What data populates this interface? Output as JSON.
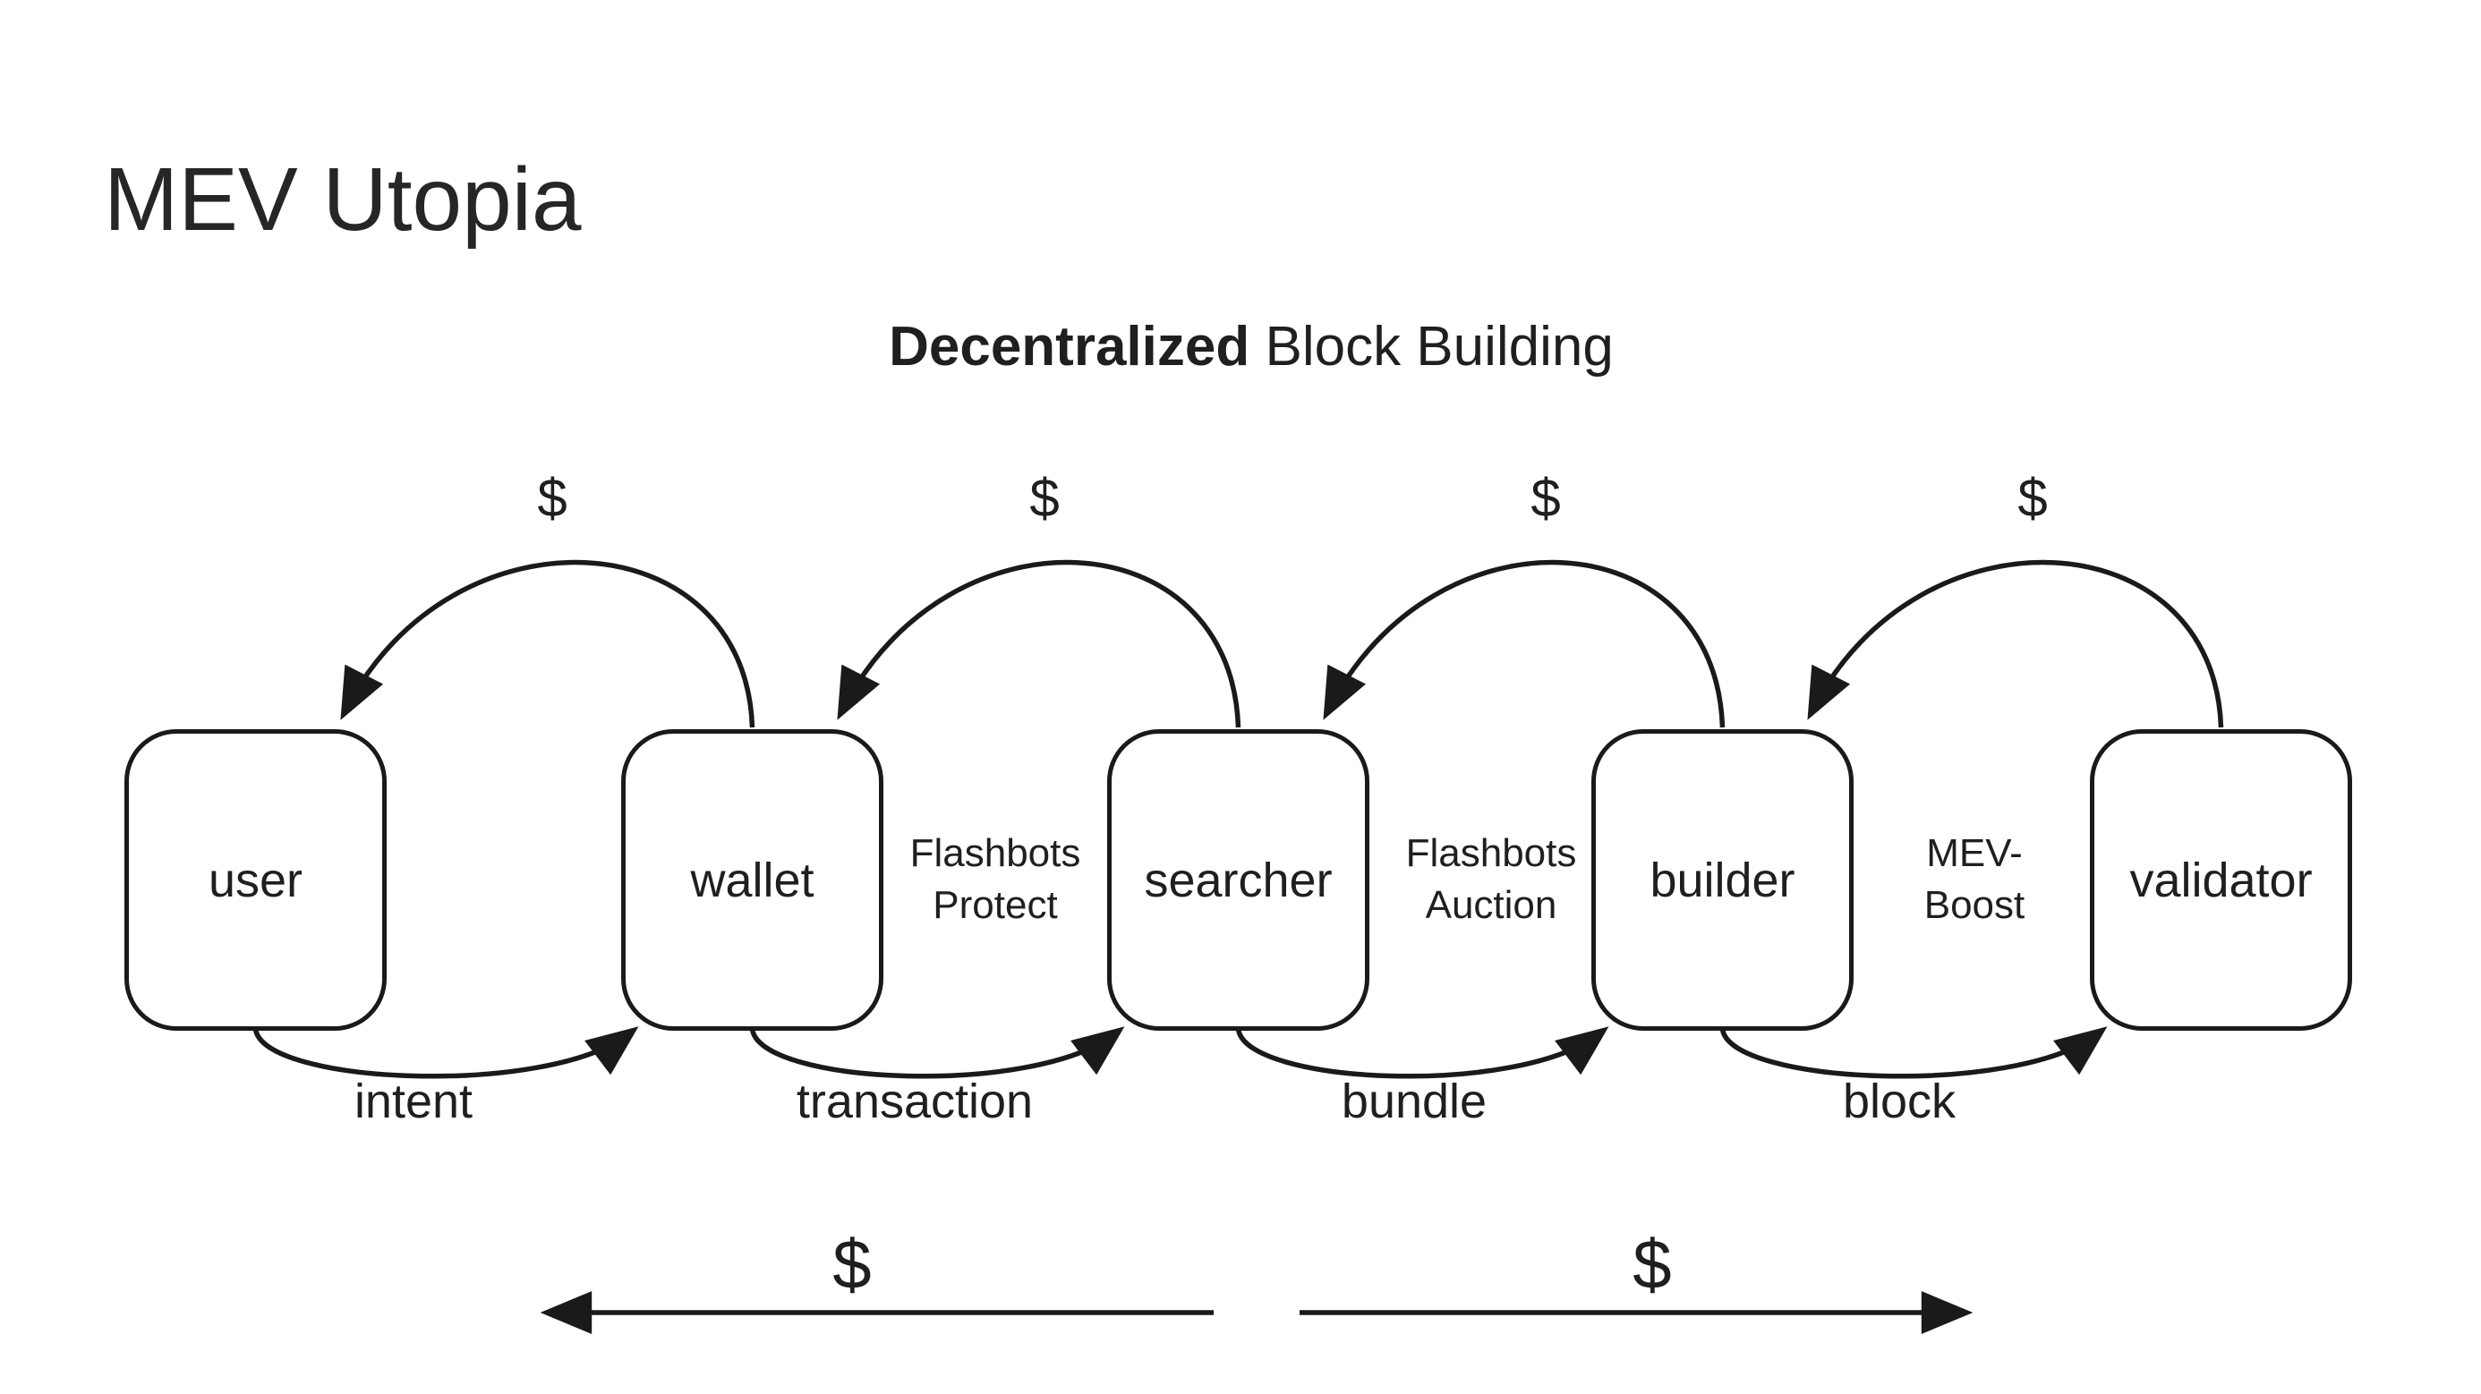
{
  "title": "MEV Utopia",
  "subtitle": {
    "bold": "Decentralized",
    "rest": " Block Building"
  },
  "nodes": [
    {
      "id": "user",
      "label": "user"
    },
    {
      "id": "wallet",
      "label": "wallet"
    },
    {
      "id": "searcher",
      "label": "searcher"
    },
    {
      "id": "builder",
      "label": "builder"
    },
    {
      "id": "validator",
      "label": "validator"
    }
  ],
  "channel_labels": [
    {
      "line1": "Flashbots",
      "line2": "Protect"
    },
    {
      "line1": "Flashbots",
      "line2": "Auction"
    },
    {
      "line1": "MEV-",
      "line2": "Boost"
    }
  ],
  "flow_labels": [
    "intent",
    "transaction",
    "bundle",
    "block"
  ],
  "dollar": "$",
  "colors": {
    "ink": "#1a1a1a",
    "background": "#ffffff"
  }
}
